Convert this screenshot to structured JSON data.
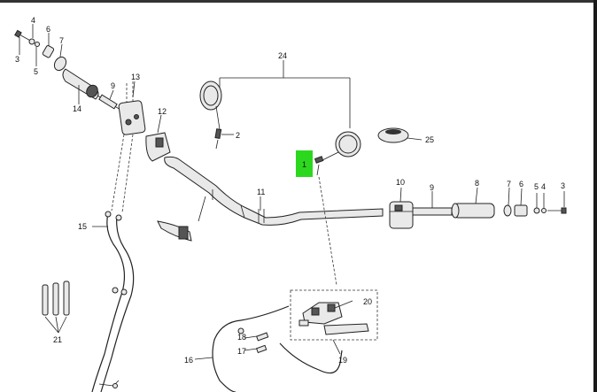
{
  "diagram": {
    "callouts": [
      "1",
      "2",
      "3",
      "4",
      "5",
      "6",
      "7",
      "8",
      "9",
      "10",
      "11",
      "12",
      "13",
      "14",
      "15",
      "16",
      "17",
      "18",
      "19",
      "20",
      "21",
      "24",
      "25"
    ],
    "highlight_color": "#2bd81e",
    "line_color": "#222222"
  }
}
